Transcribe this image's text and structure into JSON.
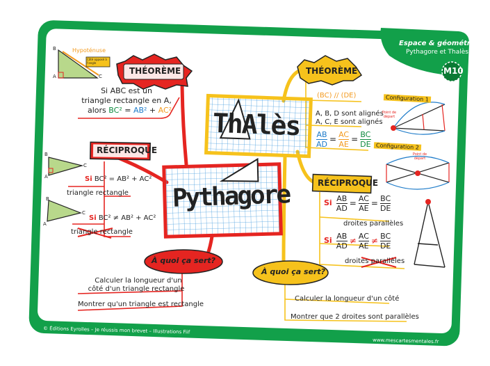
{
  "header": {
    "category": "Espace & géométrie",
    "subtitle": "Pythagore et Thalès",
    "badge": "M10"
  },
  "pythagore": {
    "title": "Pythagore",
    "theoreme": {
      "label": "THÉORÈME",
      "line1": "Si ABC est un",
      "line2": "triangle rectangle en A,",
      "line3_prefix": "alors ",
      "bc": "BC²",
      "eq": " = ",
      "ab": "AB²",
      "plus": " + ",
      "ac": "AC²"
    },
    "hyp_diagram": {
      "hypotenuse": "Hypoténuse",
      "cote": "Côté opposé à l'angle",
      "a": "A",
      "b": "B",
      "c": "C"
    },
    "reciproque": {
      "label": "RÉCIPROQUE",
      "si1": "Si",
      "eq1": "BC² = AB² + AC²",
      "res1": "triangle rectangle",
      "si2": "Si",
      "eq2": "BC² ≠ AB² + AC²",
      "res2": "triangle rectangle",
      "a": "A",
      "b": "B",
      "c": "C"
    },
    "usage": {
      "label": "À quoi ça sert?",
      "item1_l1": "Calculer la longueur d'un",
      "item1_l2": "côté d'un triangle rectangle",
      "item2": "Montrer qu'un triangle est rectangle"
    }
  },
  "thales": {
    "title": "ThAlès",
    "theoreme": {
      "label": "THÉORÈME",
      "line1": "(BC) // (DE)",
      "line2": "A, B, D sont alignés",
      "line3": "A, C, E sont alignés",
      "f1n": "AB",
      "f1d": "AD",
      "f2n": "AC",
      "f2d": "AE",
      "f3n": "BC",
      "f3d": "DE"
    },
    "config1": {
      "label": "Configuration 1",
      "point": "Point de départ"
    },
    "config2": {
      "label": "Configuration 2",
      "point": "Point de départ"
    },
    "reciproque": {
      "label": "RÉCIPROQUE",
      "si1": "Si",
      "f1n": "AB",
      "f1d": "AD",
      "f2n": "AC",
      "f2d": "AE",
      "f3n": "BC",
      "f3d": "DE",
      "res1": "droites parallèles",
      "si2": "Si",
      "res2": "droites parallèles"
    },
    "usage": {
      "label": "À quoi ça sert?",
      "item1": "Calculer la longueur d'un côté",
      "item2": "Montrer que 2 droites sont parallèles"
    }
  },
  "footer": {
    "credits": "© Éditions Eyrolles – Je réussis mon brevet – Illustrations Fiif",
    "url": "www.mescartesmentales.fr"
  },
  "colors": {
    "frame": "#12a04a",
    "pythagore": "#e52521",
    "thales": "#f6c21c",
    "ink": "#222222",
    "grid": "#4a9fe0"
  }
}
